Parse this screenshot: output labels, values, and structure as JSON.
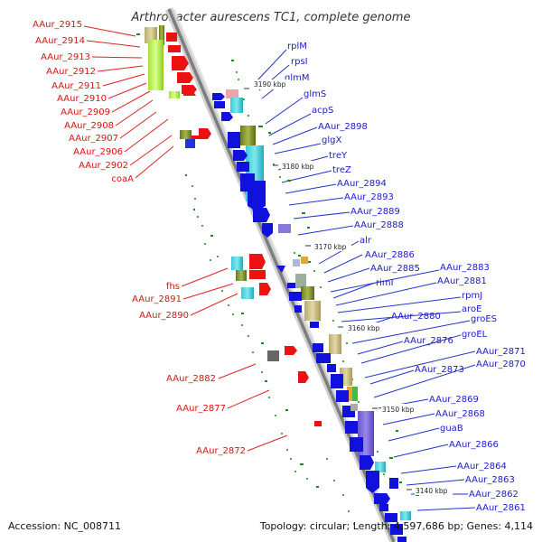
{
  "title": "Arthrobacter aurescens TC1, complete genome",
  "footer": {
    "accession": "Accession: NC_008711",
    "summary": "Topology: circular; Length: 4,597,686 bp; Genes: 4,114"
  },
  "scale_labels": [
    "3190 kbp",
    "3180 kbp",
    "3170 kbp",
    "3160 kbp",
    "3150 kbp",
    "3140 kbp"
  ],
  "left_labels": [
    "AAur_2915",
    "AAur_2914",
    "AAur_2913",
    "AAur_2912",
    "AAur_2911",
    "AAur_2910",
    "AAur_2909",
    "AAur_2908",
    "AAur_2907",
    "AAur_2906",
    "AAur_2902",
    "coaA",
    "fhs",
    "AAur_2891",
    "AAur_2890",
    "AAur_2882",
    "AAur_2877",
    "AAur_2872"
  ],
  "right_labels": [
    "rplM",
    "rpsI",
    "glmM",
    "glmS",
    "acpS",
    "AAur_2898",
    "glgX",
    "treY",
    "treZ",
    "AAur_2894",
    "AAur_2893",
    "AAur_2889",
    "AAur_2888",
    "alr",
    "AAur_2886",
    "AAur_2885",
    "AAur_2883",
    "rimI",
    "AAur_2881",
    "rpmJ",
    "aroE",
    "AAur_2880",
    "groES",
    "AAur_2876",
    "groEL",
    "AAur_2871",
    "AAur_2873",
    "AAur_2870",
    "AAur_2869",
    "AAur_2868",
    "guaB",
    "AAur_2866",
    "AAur_2864",
    "AAur_2863",
    "AAur_2862",
    "AAur_2861"
  ],
  "colors": {
    "left_label": "#dd1111",
    "right_label": "#1a1acc",
    "backbone": "#888888",
    "forward_arrow": "#ee1111",
    "reverse_arrow": "#1111dd",
    "gc_tick": "#1a8a1a"
  }
}
